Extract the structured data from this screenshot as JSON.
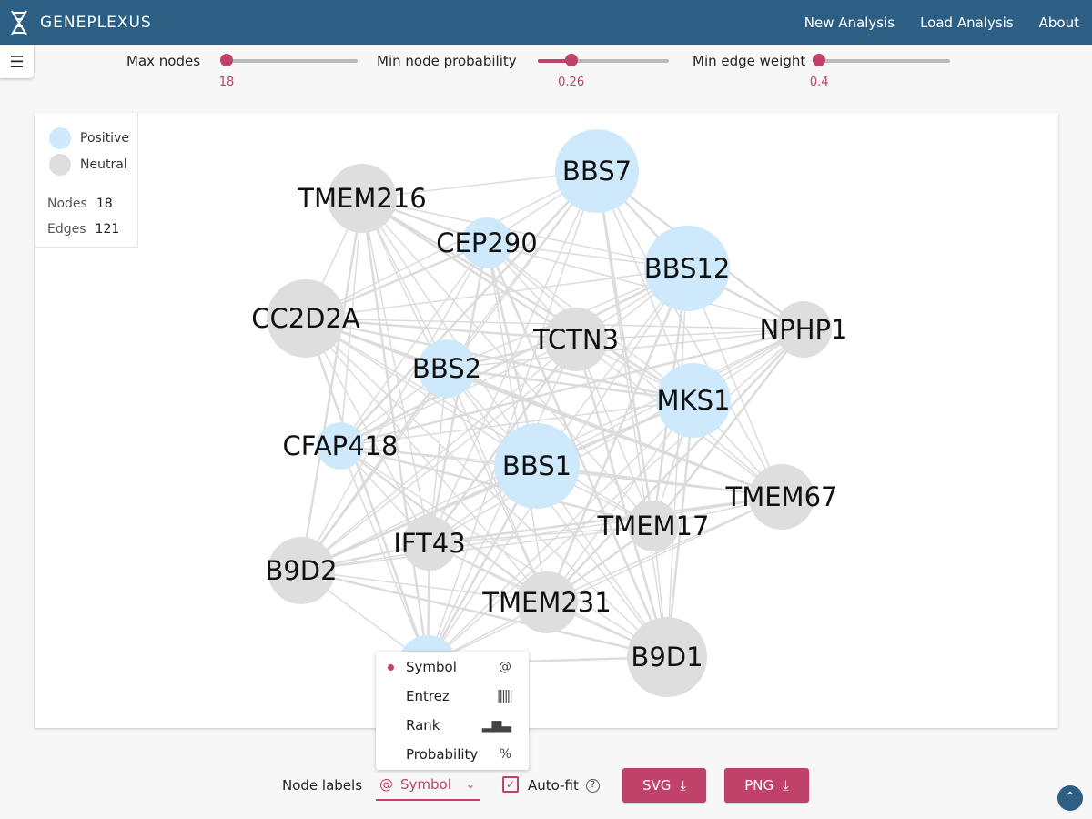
{
  "header": {
    "brand": "GENEPLEXUS",
    "nav": [
      "New Analysis",
      "Load Analysis",
      "About"
    ]
  },
  "controls": {
    "max_nodes": {
      "label": "Max nodes",
      "value": "18",
      "fraction": 0.0
    },
    "min_node_probability": {
      "label": "Min node probability",
      "value": "0.26",
      "fraction": 0.26
    },
    "min_edge_weight": {
      "label": "Min edge weight",
      "value": "0.4",
      "fraction": 0.0
    }
  },
  "legend": {
    "positive": "Positive",
    "neutral": "Neutral",
    "nodes_label": "Nodes",
    "nodes": "18",
    "edges_label": "Edges",
    "edges": "121"
  },
  "colors": {
    "positive": "#cde9fb",
    "neutral": "#dedede",
    "accent": "#c0416a",
    "header": "#2d5f85",
    "edge": "#dcdcdc"
  },
  "graph": {
    "nodes": [
      {
        "label": "BBS7",
        "type": "positive"
      },
      {
        "label": "TMEM216",
        "type": "neutral"
      },
      {
        "label": "CEP290",
        "type": "positive"
      },
      {
        "label": "BBS12",
        "type": "positive"
      },
      {
        "label": "CC2D2A",
        "type": "neutral"
      },
      {
        "label": "TCTN3",
        "type": "neutral"
      },
      {
        "label": "NPHP1",
        "type": "neutral"
      },
      {
        "label": "BBS2",
        "type": "positive"
      },
      {
        "label": "MKS1",
        "type": "positive"
      },
      {
        "label": "CFAP418",
        "type": "positive"
      },
      {
        "label": "BBS1",
        "type": "positive"
      },
      {
        "label": "TMEM67",
        "type": "neutral"
      },
      {
        "label": "TMEM17",
        "type": "neutral"
      },
      {
        "label": "IFT43",
        "type": "neutral"
      },
      {
        "label": "B9D2",
        "type": "neutral"
      },
      {
        "label": "TMEM231",
        "type": "neutral"
      },
      {
        "label": "B9D1",
        "type": "neutral"
      },
      {
        "label": "",
        "type": "positive"
      }
    ]
  },
  "dropdown": {
    "options": [
      {
        "label": "Symbol",
        "icon": "@",
        "selected": true
      },
      {
        "label": "Entrez",
        "icon": "||||",
        "selected": false
      },
      {
        "label": "Rank",
        "icon": "podium",
        "selected": false
      },
      {
        "label": "Probability",
        "icon": "%",
        "selected": false
      }
    ]
  },
  "footer": {
    "node_labels": "Node labels",
    "selected": "Symbol",
    "autofit": "Auto-fit",
    "svg": "SVG",
    "png": "PNG"
  }
}
